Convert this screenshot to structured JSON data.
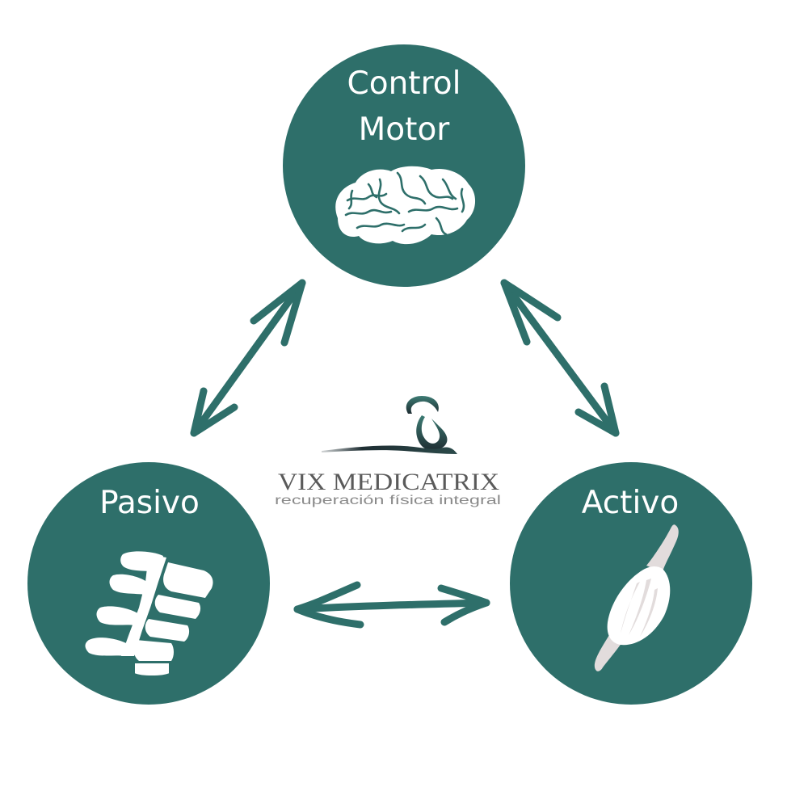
{
  "diagram": {
    "colors": {
      "node_fill": "#2e6f6a",
      "arrow": "#2e6f6a",
      "icon_white": "#ffffff",
      "icon_shade": "#e2dcdc",
      "logo_teal": "#3d7c74",
      "logo_dark": "#1f2e33"
    },
    "nodes": [
      {
        "id": "control-motor",
        "title_lines": [
          "Control",
          "Motor"
        ],
        "icon": "brain-icon"
      },
      {
        "id": "pasivo",
        "title_lines": [
          "Pasivo"
        ],
        "icon": "spine-vertebrae-icon"
      },
      {
        "id": "activo",
        "title_lines": [
          "Activo"
        ],
        "icon": "muscle-icon"
      }
    ],
    "connections": [
      {
        "from": "control-motor",
        "to": "pasivo",
        "type": "bidirectional"
      },
      {
        "from": "control-motor",
        "to": "activo",
        "type": "bidirectional"
      },
      {
        "from": "pasivo",
        "to": "activo",
        "type": "bidirectional"
      }
    ],
    "logo": {
      "icon": "vix-medicatrix-logo-icon",
      "name": "VIX MEDICATRIX",
      "tagline": "recuperación física integral"
    }
  }
}
